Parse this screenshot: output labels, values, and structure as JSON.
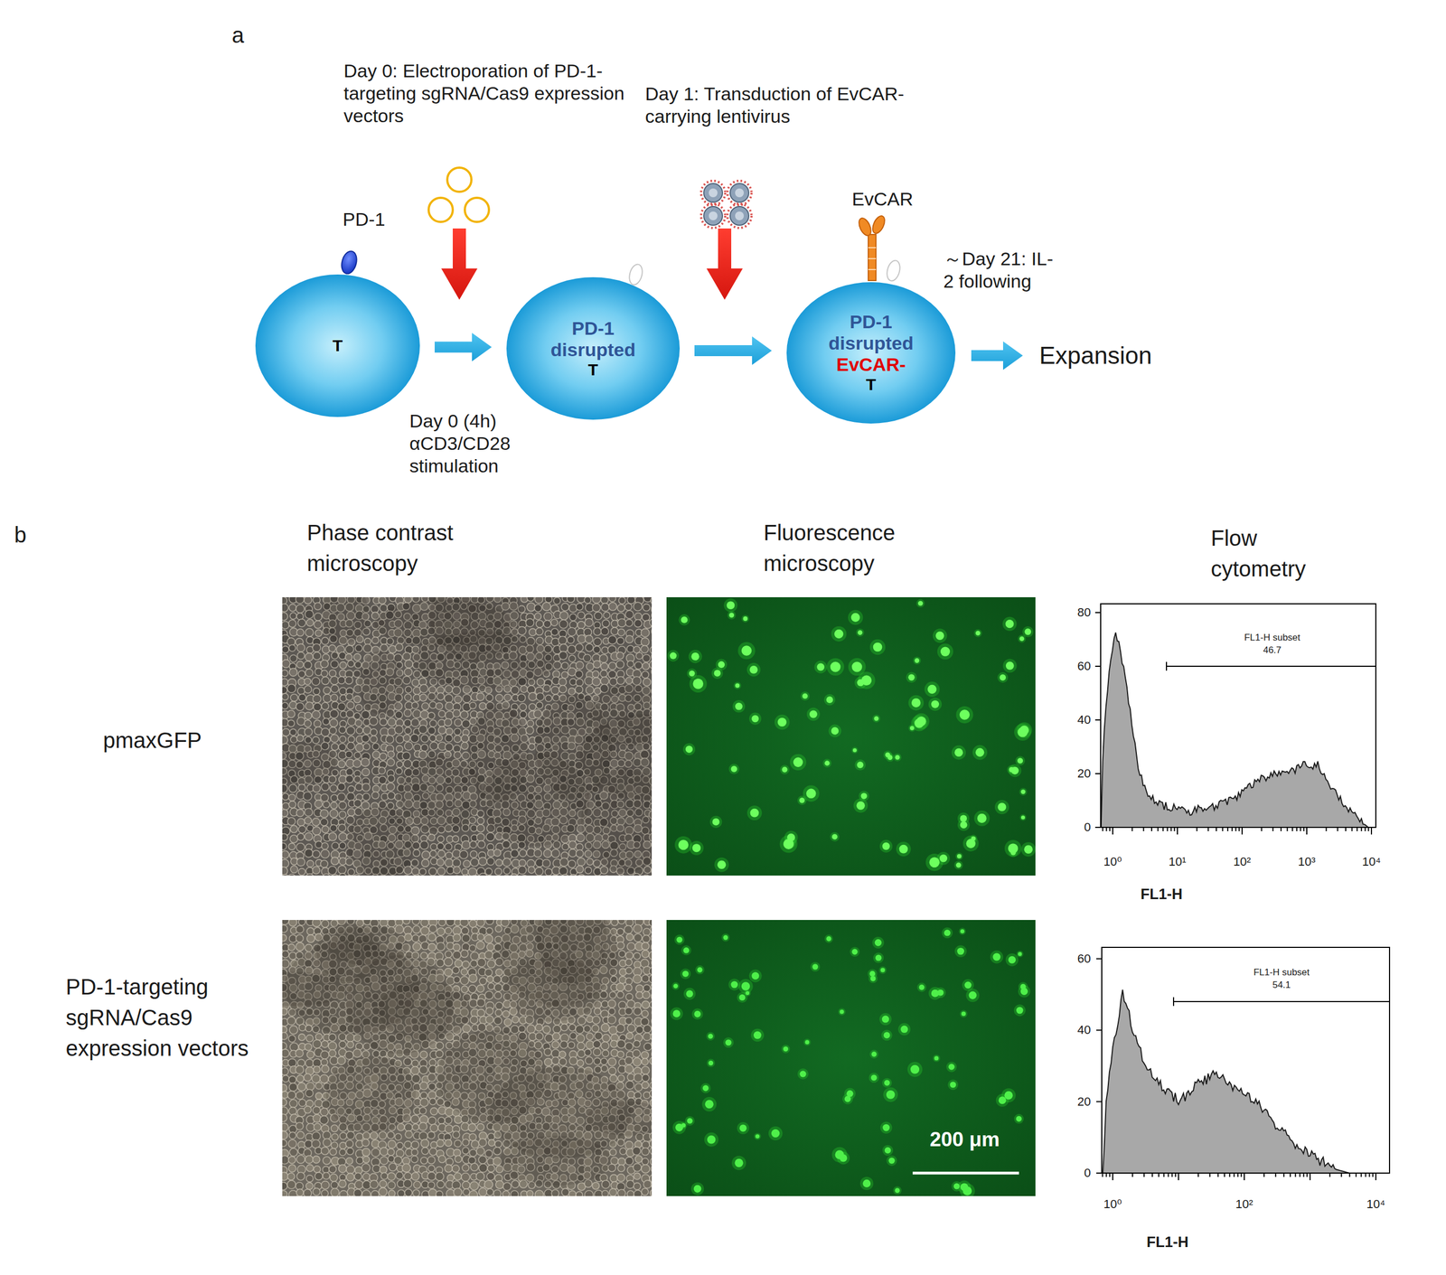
{
  "diagram": {
    "nodes": [
      {
        "text": [
          "T"
        ]
      },
      {
        "text": [
          "PD-1 disrupted",
          "T"
        ]
      },
      {
        "text": [
          "PD-1 disrupted",
          "EvCAR-",
          "T"
        ]
      }
    ],
    "edges": [
      {
        "from": 0,
        "to": 1,
        "arrow": "to"
      },
      {
        "from": 1,
        "to": 2,
        "arrow": "to"
      }
    ],
    "labels": [
      "a",
      "Day 0: Electroporation of PD-1-targeting sgRNA/Cas9 expression vectors",
      "Day 1: Transduction of EvCAR-carrying lentivirus",
      "PD-1",
      "EvCAR",
      "～Day 21: IL-2 following",
      "Expansion",
      "Day 0 (4h) αCD3/CD28 stimulation",
      "b",
      "Phase contrast microscopy",
      "Fluorescence microscopy",
      "Flow cytometry",
      "pmaxGFP",
      "80",
      "60",
      "40",
      "20",
      "0",
      "FL1-H subset",
      "46.7",
      "10⁰",
      "10¹",
      "10²",
      "10³",
      "10⁴",
      "FL1-H",
      "PD-1-targeting sgRNA/Cas9 expression vectors",
      "200 μm",
      "60",
      "40",
      "20",
      "0",
      "FL1-H subset",
      "54.1",
      "10⁰",
      "10²",
      "10⁴",
      "FL1-H"
    ]
  }
}
